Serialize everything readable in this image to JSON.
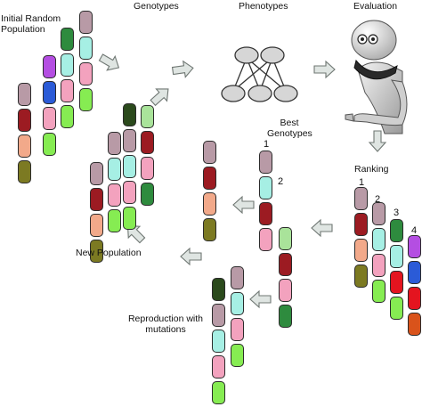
{
  "labels": {
    "initial_population": "Initial Random Population",
    "genotypes": "Genotypes",
    "phenotypes": "Phenotypes",
    "evaluation": "Evaluation",
    "best_genotypes": "Best Genotypes",
    "ranking": "Ranking",
    "new_population": "New Population",
    "reproduction": "Reproduction with mutations"
  },
  "ranks": {
    "best_1": "1",
    "best_2": "2",
    "rank_1": "1",
    "rank_2": "2",
    "rank_3": "3",
    "rank_4": "4"
  },
  "colors": {
    "mauve": "#b89aa6",
    "red": "#9c1b22",
    "salmon": "#f2a98a",
    "olive": "#7c7a22",
    "green": "#2e8b3e",
    "cyan": "#a6efe4",
    "pink": "#f3a2be",
    "lime": "#86ec52",
    "purple": "#b44ee2",
    "blue": "#2b5bd7",
    "bright_red": "#e4141f",
    "dark_green": "#2b4a1c",
    "orange_red": "#d9531b",
    "light_green": "#a9e39a",
    "medium_green": "#52c77d",
    "arrow_fill": "#dfe5e2",
    "arrow_stroke": "#6f7773",
    "node_fill": "#d6d6d6"
  },
  "genomes": [
    [
      "mauve",
      "red",
      "salmon",
      "olive"
    ],
    [
      "purple",
      "blue",
      "pink",
      "lime"
    ],
    [
      "green",
      "cyan",
      "pink",
      "lime"
    ],
    [
      "mauve",
      "cyan",
      "pink",
      "lime"
    ],
    [
      "purple",
      "blue",
      "bright_red",
      "orange_red"
    ],
    [
      "green",
      "cyan",
      "bright_red",
      "lime"
    ],
    [
      "dark_green",
      "mauve",
      "cyan",
      "pink",
      "lime"
    ],
    [
      "light_green",
      "red",
      "pink",
      "green"
    ],
    [
      "mauve",
      "cyan",
      "red",
      "pink"
    ]
  ],
  "robot": {
    "name": "evaluation-robot"
  },
  "network": {
    "inputs": 2,
    "outputs": 3
  }
}
